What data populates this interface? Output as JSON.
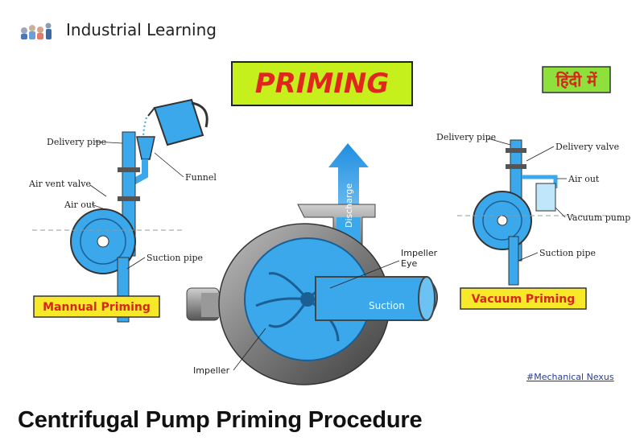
{
  "channel": {
    "name": "Industrial Learning",
    "avatar_icon": "people-illustration-icon"
  },
  "post": {
    "title": "Centrifugal Pump Priming Procedure"
  },
  "diagram": {
    "main_title": "PRIMING",
    "hindi_badge": "हिंदी में",
    "watermark": "#Mechanical Nexus",
    "left": {
      "caption": "Mannual Priming",
      "labels": {
        "delivery_pipe": "Delivery pipe",
        "funnel": "Funnel",
        "air_vent_valve": "Air vent valve",
        "air_out": "Air out",
        "suction_pipe": "Suction pipe"
      }
    },
    "center": {
      "discharge": "Discharge",
      "impeller_eye_1": "Impeller",
      "impeller_eye_2": "Eye",
      "suction": "Suction",
      "impeller": "Impeller"
    },
    "right": {
      "caption": "Vacuum Priming",
      "labels": {
        "delivery_pipe": "Delivery pipe",
        "delivery_valve": "Delivery valve",
        "air_out": "Air out",
        "vacuum_pump": "Vacuum pump",
        "suction_pipe": "Suction pipe"
      }
    },
    "colors": {
      "water": "#3aa8ea",
      "title_box_bg": "#c6f01b",
      "title_text": "#e0271d",
      "caption_bg": "#f7e92a",
      "caption_text": "#d8261c",
      "hindi_bg": "#8ee03c"
    }
  }
}
